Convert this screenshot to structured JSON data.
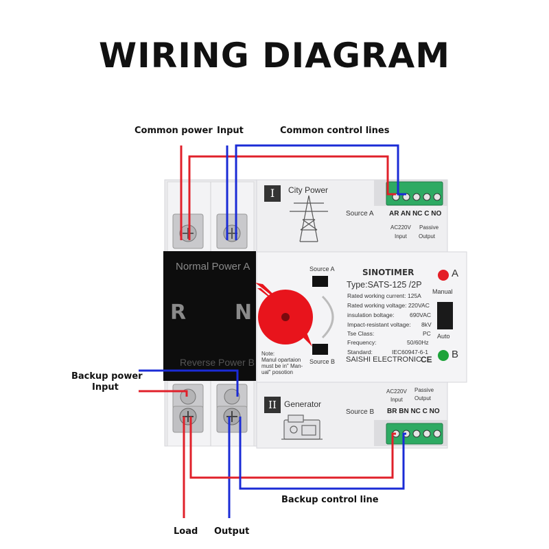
{
  "title": "WIRING DIAGRAM",
  "callouts": {
    "common_power": "Common power",
    "input": "Input",
    "common_control_lines": "Common control lines",
    "backup_power_input": [
      "Backup power",
      "Input"
    ],
    "backup_control_line": "Backup control line",
    "load": "Load",
    "output": "Output"
  },
  "device": {
    "upper_panel": {
      "roman": "I",
      "label": "City  Power",
      "source": "Source A"
    },
    "lower_panel": {
      "roman": "II",
      "label": "Generator",
      "source": "Source B"
    },
    "upper_terminal_labels": "AR AN  NC C NO",
    "upper_terminal_sub": [
      "AC220V",
      "Input",
      "Passive",
      "Output"
    ],
    "lower_terminal_labels": "BR BN  NC C NO",
    "lower_terminal_sub": [
      "AC220V",
      "Input",
      "Passive",
      "Output"
    ],
    "black_block": {
      "top_text": "Normal  Power  A",
      "left_letter": "R",
      "right_letter": "N",
      "bottom_text": "Reverse  Power  B"
    },
    "switch": {
      "source_a": "Source A",
      "source_b": "Source B"
    },
    "note": [
      "Note:",
      "Manul opartaion",
      "must be in\" Man-",
      "ual\"  posotion"
    ],
    "brand": "SINOTIMER",
    "type": "Type:SATS-125 /2P",
    "specs": [
      {
        "label": "Rated working current:",
        "value": "125A"
      },
      {
        "label": "Rated working voltage: 220VAC",
        "value": ""
      },
      {
        "label": "insulation boltage:",
        "value": "690VAC"
      },
      {
        "label": "Impact-resistant voltage:",
        "value": "8kV"
      },
      {
        "label": "Tse  Class:",
        "value": "PC"
      },
      {
        "label": "Frequency:",
        "value": "50/60Hz"
      },
      {
        "label": "Standard:",
        "value": "IEC60947-6-1"
      }
    ],
    "maker": "SAISHI ELECTRONIC",
    "ce": "CE",
    "indicator_a": "A",
    "indicator_b": "B",
    "manual": "Manual",
    "auto": "Auto"
  },
  "colors": {
    "red_wire": "#e0202a",
    "blue_wire": "#1a2bd6",
    "terminal_green": "#2eaa63",
    "knob_red": "#e8141c"
  }
}
